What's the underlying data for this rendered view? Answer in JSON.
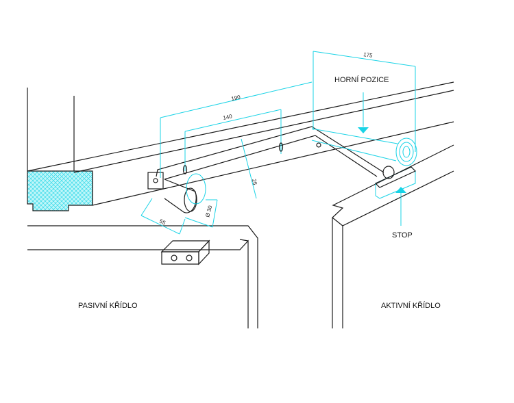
{
  "labels": {
    "top_position": "HORNÍ POZICE",
    "stop": "STOP",
    "passive_leaf": "PASIVNÍ KŘÍDLO",
    "active_leaf": "AKTIVNÍ KŘÍDLO"
  },
  "dimensions": {
    "d175": "175",
    "d190": "190",
    "d140": "140",
    "d25": "25",
    "d55": "55",
    "d30": "Ø 30"
  },
  "colors": {
    "lines": "#1a1a1a",
    "dimensions": "#19d3e6",
    "hatch": "#8ff0f5"
  }
}
